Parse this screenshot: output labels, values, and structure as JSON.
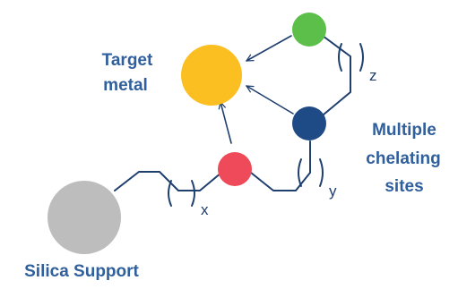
{
  "labels": {
    "target_line1": "Target",
    "target_line2": "metal",
    "multiple_line1": "Multiple",
    "multiple_line2": "chelating",
    "multiple_line3": "sites",
    "support": "Silica Support"
  },
  "subscripts": {
    "x": "x",
    "y": "y",
    "z": "z"
  },
  "colors": {
    "label_text": "#2f5f9c",
    "bond": "#1f3f6e",
    "silica": "#bdbdbd",
    "target_metal": "#fbbf22",
    "red_site": "#ef4a5a",
    "blue_site": "#1e4a86",
    "green_site": "#5cbf4a"
  }
}
